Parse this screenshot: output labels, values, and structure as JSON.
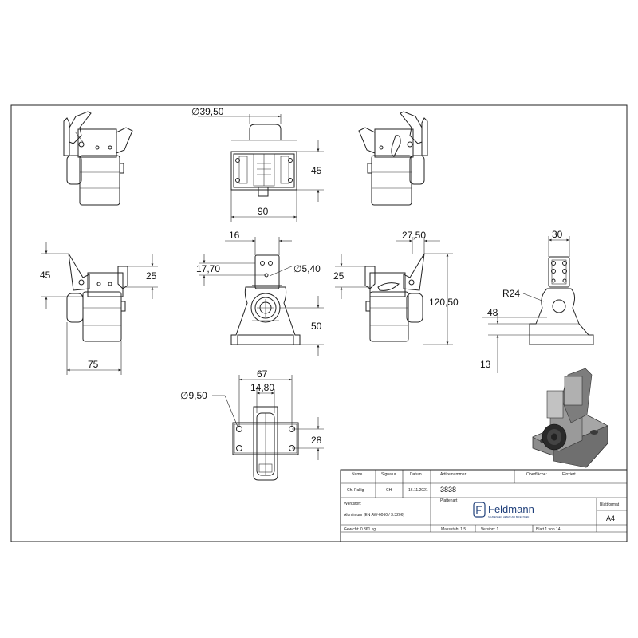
{
  "dimensions": {
    "top_dia": "∅39,50",
    "top_h": "45",
    "top_w": "90",
    "left_h45": "45",
    "left_h25": "25",
    "left_w75": "75",
    "front_16": "16",
    "front_1770": "17,70",
    "front_dia540": "∅5,40",
    "front_50": "50",
    "right_2750": "27,50",
    "right_25": "25",
    "right_12050": "120,50",
    "side_30": "30",
    "side_r24": "R24",
    "side_48": "48",
    "side_13": "13",
    "bottom_67": "67",
    "bottom_1480": "14,80",
    "bottom_dia950": "∅9,50",
    "bottom_28": "28"
  },
  "title_block": {
    "h_name": "Name",
    "h_signatur": "Signatur",
    "h_datum": "Datum",
    "h_artikel": "Artikelnummer",
    "h_oberflaeche": "Oberfläche:",
    "oberflaeche": "Eloxiert",
    "name": "Ch. Pallig",
    "signatur": "CH",
    "datum": "16.11.2021",
    "artikelnummer": "3838",
    "h_werkstoff": "Werkstoff:",
    "werkstoff": "Aluminium (EN AW-6060 / 3.3206)",
    "h_plattenart": "Plattenart",
    "gewicht": "Gewicht: 0.361 kg",
    "massstab": "Massstab: 1:5",
    "version": "Version: 1",
    "blatt": "Blatt 1 von 14",
    "h_blattformat": "Blattformat",
    "blattformat": "A4",
    "logo_text": "Feldmann",
    "logo_tagline": "SCHWEISSEN, HEBEN UND BEFESTIGEN"
  }
}
